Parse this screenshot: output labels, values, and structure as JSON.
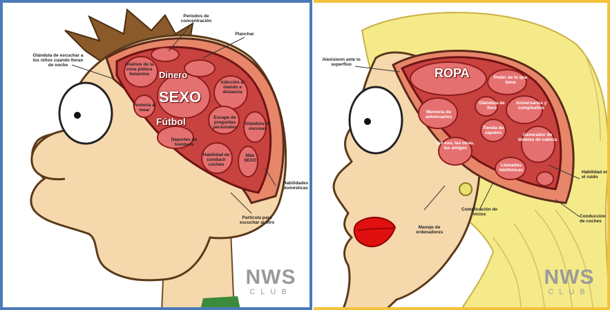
{
  "left": {
    "big_words": {
      "dinero": "Dinero",
      "sexo": "SEXO",
      "futbol": "Fútbol"
    },
    "labels": {
      "periodos": "Periodos de concentración",
      "planchar": "Planchar",
      "glandula_escuchar": "Glándula de escuchar a los niños cuando lloran de noche",
      "analisis": "Análisis de la zona púbica femenina",
      "adiccion": "Adicción al mando a distancia",
      "punteria": "Puntería al mear",
      "escape": "Escape de preguntas personales",
      "glandula_excusas": "Glándula de excusas",
      "deportes": "Deportes de hombres",
      "habilidad_conducir": "Habilidad de conducir coches",
      "mas_sexo": "Más SEXO",
      "habilidades_domesticas": "Habilidades domésticas",
      "particula": "Partícula para escuchar al otro"
    },
    "watermark": {
      "main": "NWS",
      "sub": "CLUB"
    },
    "border_color": "#4a7ab8"
  },
  "right": {
    "big_words": {
      "ropa": "ROPA"
    },
    "labels": {
      "alexisionn": "Alexisionn ante lo superfluo",
      "poder": "Poder de lo que tiene",
      "glandula_lloro": "Glándula de lloro",
      "memoria": "Memoria de aniversarios",
      "aniversarios": "Aniversarios y cumpleaños",
      "tienda": "Tienda de zapatos",
      "generador": "Generador de dolores de cabeza",
      "amigas": "Sin eso, las otras, las amigas",
      "llamadas": "Llamadas telefónicas",
      "habilidad_ruido": "Habilidad en el ruido",
      "complicacion": "Complicación de vicios",
      "manejo": "Manejo de ordenadores",
      "conduccion": "Conducción de coches"
    },
    "watermark": {
      "main": "NWS",
      "sub": "CLUB"
    },
    "border_color": "#f5c23a"
  },
  "colors": {
    "skin": "#f6d8ad",
    "brain_dark": "#8e1c1c",
    "brain_fill": "#c8423f",
    "brain_light": "#e57070",
    "scalp": "#e8866a",
    "lips": "#e01010",
    "hair_blonde": "#f5ea8a",
    "hair_brown": "#8a5a2a",
    "shirt": "#3c8a3c"
  }
}
